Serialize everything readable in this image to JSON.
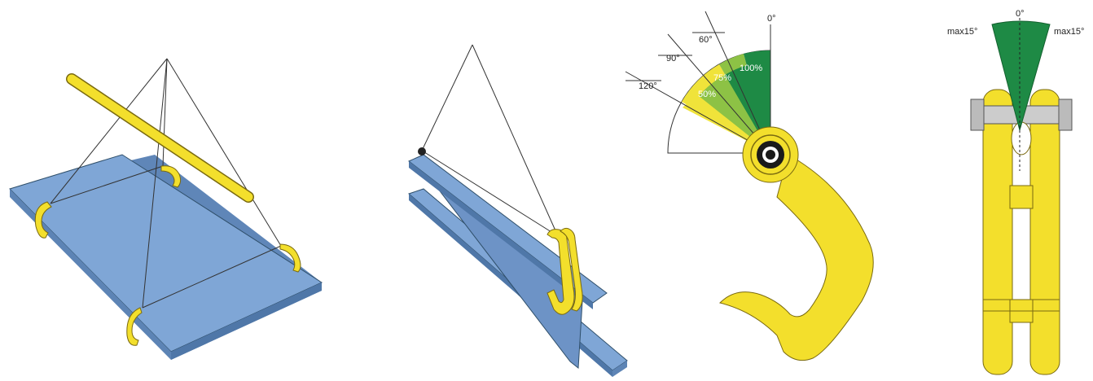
{
  "colors": {
    "plate": "#7fa6d6",
    "plate_dark": "#5f86b8",
    "beam": "#7fa6d6",
    "clamp_yellow": "#f3df2c",
    "zone_100": "#1e8a45",
    "zone_75": "#8dc245",
    "zone_50": "#f0e33a"
  },
  "angle_diagram": {
    "zero_label": "0°",
    "angle_60": "60°",
    "angle_90": "90°",
    "angle_120": "120°",
    "pct_100": "100%",
    "pct_75": "75%",
    "pct_50": "50%"
  },
  "clamp_front": {
    "zero_label": "0°",
    "left_label": "max15°",
    "right_label": "max15°"
  }
}
